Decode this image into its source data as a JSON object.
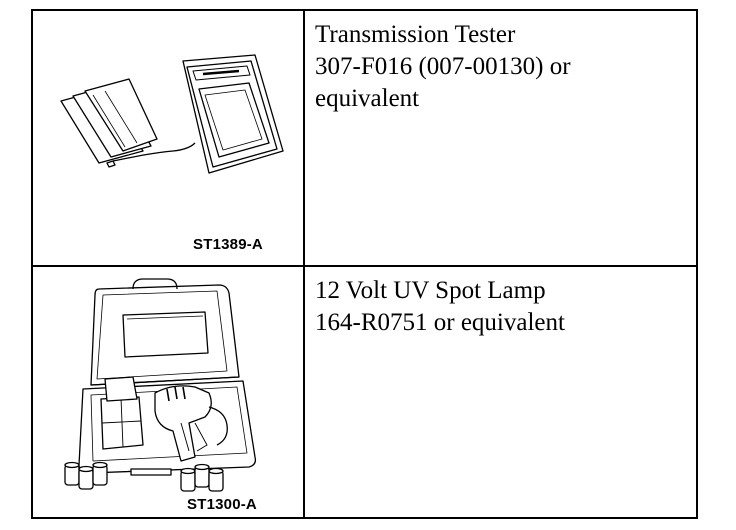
{
  "rows": [
    {
      "figure_ref": "ST1389-A",
      "tool_name": "Transmission Tester",
      "part_number": "307-F016 (007-00130) or",
      "qualifier": "equivalent"
    },
    {
      "figure_ref": "ST1300-A",
      "tool_name": "12 Volt UV Spot Lamp",
      "part_number": "164-R0751 or equivalent"
    }
  ]
}
